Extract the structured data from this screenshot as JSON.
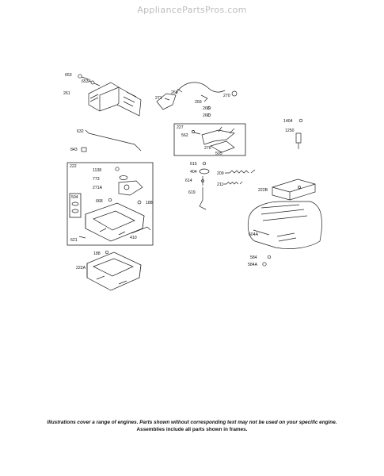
{
  "site": {
    "watermark": "AppliancePartsPros.com"
  },
  "callouts": {
    "c653": "653",
    "c653A": "653A",
    "c261": "261",
    "c632": "632",
    "c843": "843",
    "c271": "271",
    "c268": "268",
    "c269": "269",
    "c270": "270",
    "c263": "263",
    "c267": "267",
    "c227": "227",
    "c562": "562",
    "c276": "276",
    "c505": "505",
    "c1404": "1404",
    "c1250": "1250",
    "c222": "222",
    "c1138": "1138",
    "c773": "773",
    "c271A": "271A",
    "c504": "504",
    "c668": "668",
    "c188": "188",
    "c621": "621",
    "c410": "410",
    "c615": "615",
    "c404": "404",
    "c614": "614",
    "c619": "619",
    "c209": "209",
    "c211": "211",
    "c222B": "222B",
    "c604A": "604A",
    "c584": "584",
    "c584A": "584A",
    "c188b": "188",
    "c222A": "222A"
  },
  "footer": {
    "line1": "Illustrations cover a range of engines. Parts shown without corresponding text may not be used on your specific engine.",
    "line2": "Assemblies include all parts shown in frames."
  },
  "colors": {
    "ink": "#111111",
    "watermark": "#bdbdbd",
    "background": "#ffffff"
  }
}
